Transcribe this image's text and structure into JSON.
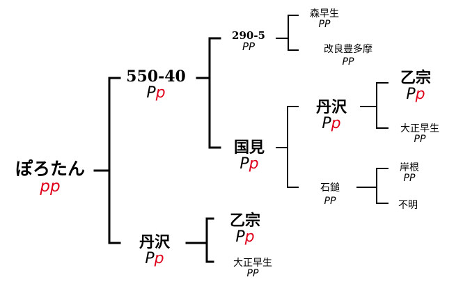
{
  "diagram": {
    "root": {
      "name": "ぽろたん",
      "genotype": [
        "p",
        "p"
      ]
    },
    "sire": {
      "name": "550-40",
      "genotype": [
        "P",
        "p"
      ]
    },
    "dam": {
      "name": "丹沢",
      "genotype": [
        "P",
        "p"
      ]
    },
    "sire_sire": {
      "name": "290-5",
      "genotype": [
        "P",
        "P"
      ]
    },
    "sire_dam": {
      "name": "国見",
      "genotype": [
        "P",
        "p"
      ]
    },
    "dam_sire": {
      "name": "乙宗",
      "genotype": [
        "P",
        "p"
      ]
    },
    "dam_dam": {
      "name": "大正早生",
      "genotype": [
        "P",
        "P"
      ]
    },
    "ss_sire": {
      "name": "森早生",
      "genotype": [
        "P",
        "P"
      ]
    },
    "ss_dam": {
      "name": "改良豊多摩",
      "genotype": [
        "P",
        "P"
      ]
    },
    "sd_sire": {
      "name": "丹沢",
      "genotype": [
        "P",
        "p"
      ]
    },
    "sd_dam": {
      "name": "石鎚",
      "genotype": [
        "P",
        "P"
      ]
    },
    "sds_sire": {
      "name": "乙宗",
      "genotype": [
        "P",
        "p"
      ]
    },
    "sds_dam": {
      "name": "大正早生",
      "genotype": [
        "P",
        "P"
      ]
    },
    "sdd_sire": {
      "name": "岸根",
      "genotype": [
        "P",
        "P"
      ]
    },
    "sdd_dam": {
      "name": "不明"
    }
  },
  "colors": {
    "dominant": "#000000",
    "recessive": "#e0001b",
    "lines": "#000000"
  }
}
